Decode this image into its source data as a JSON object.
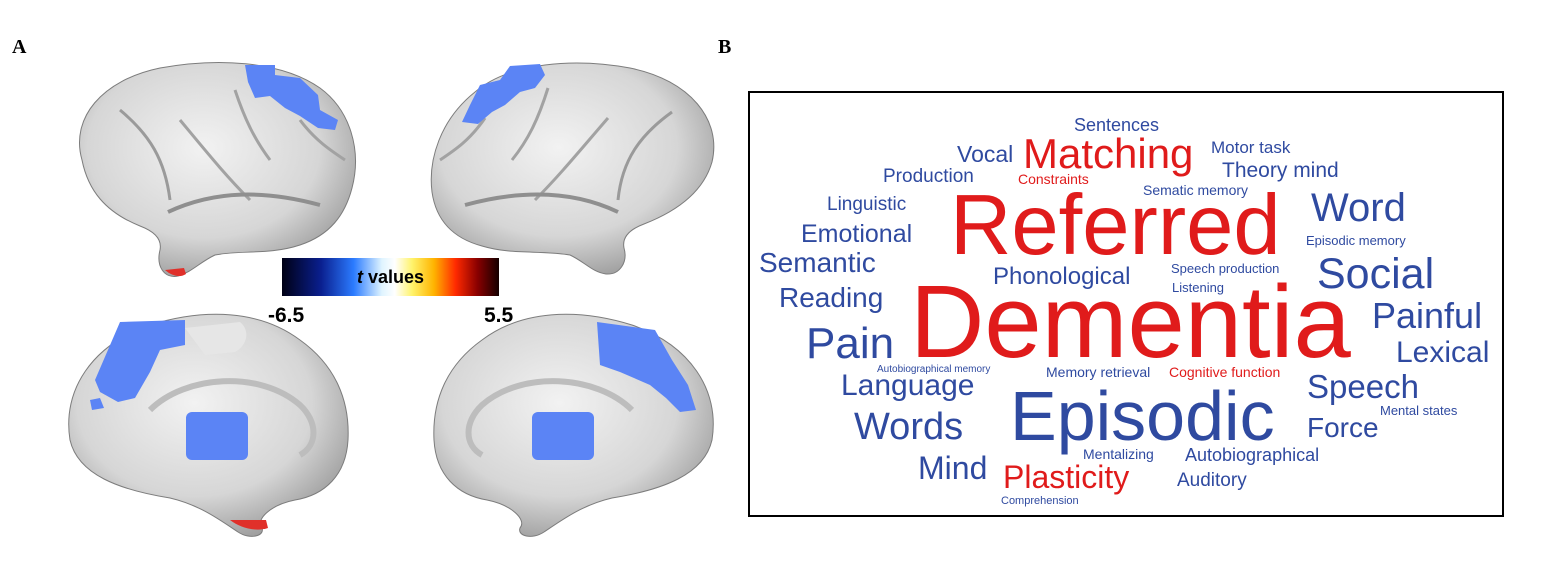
{
  "panels": {
    "a": "A",
    "b": "B"
  },
  "colorbar": {
    "label_italic": "t",
    "label_rest": "values",
    "min": "-6.5",
    "max": "5.5"
  },
  "colors": {
    "blue": "#2f4aa0",
    "red": "#e01b1b",
    "negative_overlay": "#5b84f5",
    "positive_overlay": "#e0302a",
    "brain": "#d8d8d8"
  },
  "word_cloud": [
    {
      "text": "Sentences",
      "color": "blue"
    },
    {
      "text": "Vocal",
      "color": "blue"
    },
    {
      "text": "Matching",
      "color": "red"
    },
    {
      "text": "Motor task",
      "color": "blue"
    },
    {
      "text": "Theory mind",
      "color": "blue"
    },
    {
      "text": "Production",
      "color": "blue"
    },
    {
      "text": "Constraints",
      "color": "red"
    },
    {
      "text": "Sematic memory",
      "color": "blue"
    },
    {
      "text": "Linguistic",
      "color": "blue"
    },
    {
      "text": "Referred",
      "color": "red"
    },
    {
      "text": "Word",
      "color": "blue"
    },
    {
      "text": "Emotional",
      "color": "blue"
    },
    {
      "text": "Episodic memory",
      "color": "blue"
    },
    {
      "text": "Semantic",
      "color": "blue"
    },
    {
      "text": "Phonological",
      "color": "blue"
    },
    {
      "text": "Speech production",
      "color": "blue"
    },
    {
      "text": "Social",
      "color": "blue"
    },
    {
      "text": "Listening",
      "color": "blue"
    },
    {
      "text": "Reading",
      "color": "blue"
    },
    {
      "text": "Dementia",
      "color": "red"
    },
    {
      "text": "Painful",
      "color": "blue"
    },
    {
      "text": "Pain",
      "color": "blue"
    },
    {
      "text": "Lexical",
      "color": "blue"
    },
    {
      "text": "Autobiographical memory",
      "color": "blue"
    },
    {
      "text": "Memory retrieval",
      "color": "blue"
    },
    {
      "text": "Cognitive function",
      "color": "red"
    },
    {
      "text": "Language",
      "color": "blue"
    },
    {
      "text": "Speech",
      "color": "blue"
    },
    {
      "text": "Episodic",
      "color": "blue"
    },
    {
      "text": "Mental states",
      "color": "blue"
    },
    {
      "text": "Words",
      "color": "blue"
    },
    {
      "text": "Force",
      "color": "blue"
    },
    {
      "text": "Mentalizing",
      "color": "blue"
    },
    {
      "text": "Autobiographical",
      "color": "blue"
    },
    {
      "text": "Mind",
      "color": "blue"
    },
    {
      "text": "Plasticity",
      "color": "red"
    },
    {
      "text": "Auditory",
      "color": "blue"
    },
    {
      "text": "Comprehension",
      "color": "blue"
    }
  ]
}
